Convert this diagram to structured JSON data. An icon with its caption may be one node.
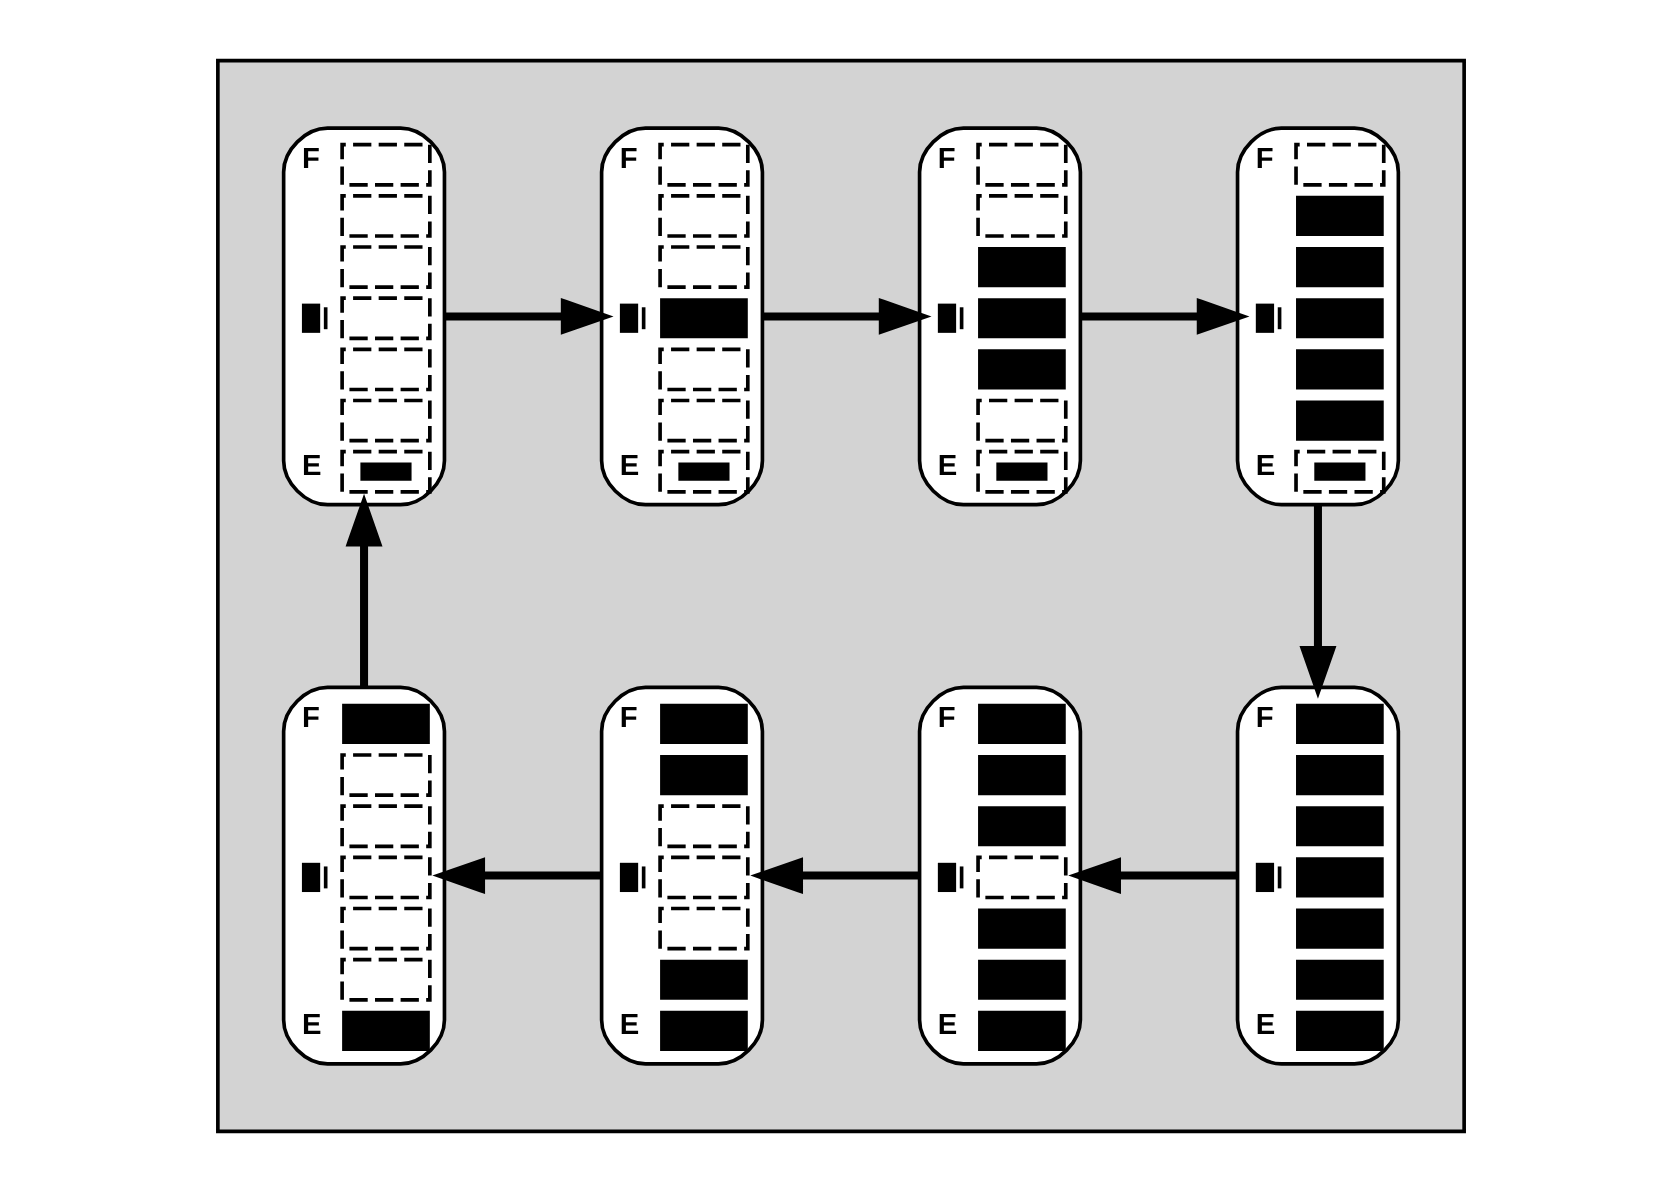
{
  "diagram": {
    "nodes": [
      {
        "text": [],
        "shape": "box"
      },
      {
        "text": [
          "F",
          "E"
        ],
        "in": 0
      },
      {
        "text": [
          "F",
          "E"
        ],
        "in": 0
      },
      {
        "text": [
          "F",
          "E"
        ],
        "in": 0
      },
      {
        "text": [
          "F",
          "E"
        ],
        "in": 0
      },
      {
        "text": [
          "F",
          "E"
        ],
        "in": 0
      },
      {
        "text": [
          "F",
          "E"
        ],
        "in": 0
      },
      {
        "text": [
          "F",
          "E"
        ],
        "in": 0
      },
      {
        "text": [
          "F",
          "E"
        ],
        "in": 0
      }
    ],
    "edges": [
      {
        "from": 1,
        "to": 2,
        "arrow": "to"
      },
      {
        "from": 2,
        "to": 3,
        "arrow": "to"
      },
      {
        "from": 3,
        "to": 4,
        "arrow": "to"
      },
      {
        "from": 4,
        "to": 8,
        "arrow": "to"
      },
      {
        "from": 8,
        "to": 7,
        "arrow": "to"
      },
      {
        "from": 7,
        "to": 6,
        "arrow": "to"
      },
      {
        "from": 6,
        "to": 5,
        "arrow": "to"
      },
      {
        "from": 5,
        "to": 1,
        "arrow": "to"
      }
    ]
  }
}
